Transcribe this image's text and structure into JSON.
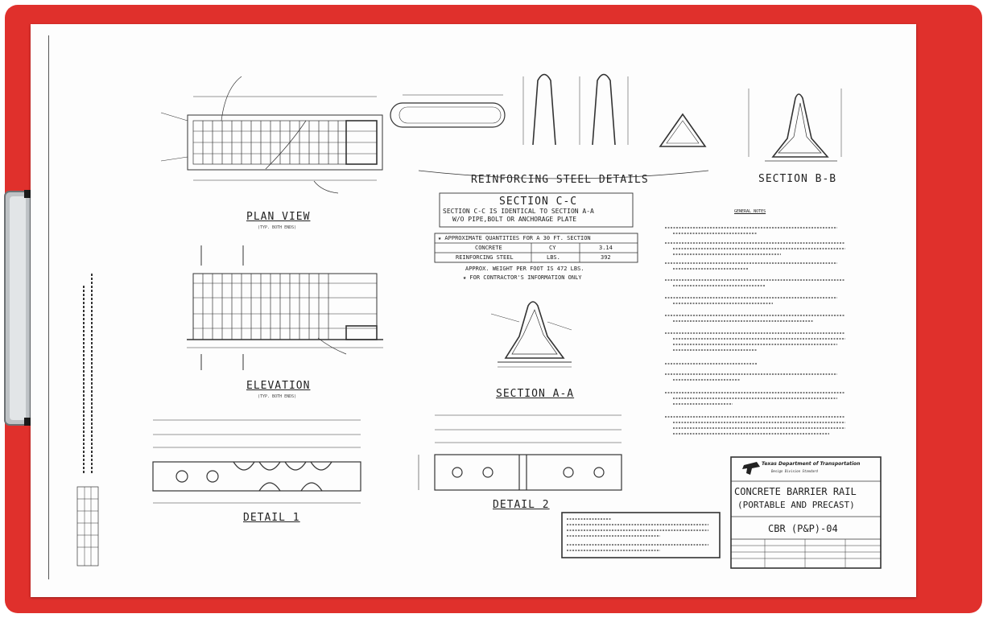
{
  "sheet": {
    "plan_view_title": "PLAN VIEW",
    "plan_view_sub": "(TYP. BOTH ENDS)",
    "elevation_title": "ELEVATION",
    "elevation_sub": "(TYP. BOTH ENDS)",
    "reinforcing_title": "REINFORCING STEEL DETAILS",
    "section_bb_title": "SECTION B-B",
    "section_cc": {
      "title": "SECTION C-C",
      "line1": "SECTION C-C IS IDENTICAL TO SECTION A-A",
      "line2": "W/O PIPE,BOLT OR ANCHORAGE PLATE"
    },
    "quantities": {
      "header": "★ APPROXIMATE QUANTITIES FOR A 30 FT. SECTION",
      "rows": [
        [
          "CONCRETE",
          "CY",
          "3.14"
        ],
        [
          "REINFORCING STEEL",
          "LBS.",
          "392"
        ]
      ],
      "note1": "APPROX. WEIGHT PER FOOT IS 472 LBS.",
      "note2": "★ FOR CONTRACTOR'S INFORMATION ONLY"
    },
    "section_aa_title": "SECTION A-A",
    "detail1_title": "DETAIL 1",
    "detail2_title": "DETAIL 2",
    "general_notes_title": "GENERAL NOTES",
    "title_block": {
      "agency": "Texas Department of Transportation",
      "division": "Design Division Standard",
      "drawing_title_line1": "CONCRETE BARRIER RAIL",
      "drawing_title_line2": "(PORTABLE AND PRECAST)",
      "sheet_code": "CBR (P&P)-04"
    }
  },
  "colors": {
    "clipboard": "#e0302c",
    "ink": "#222222",
    "paper": "#fdfdfd"
  }
}
